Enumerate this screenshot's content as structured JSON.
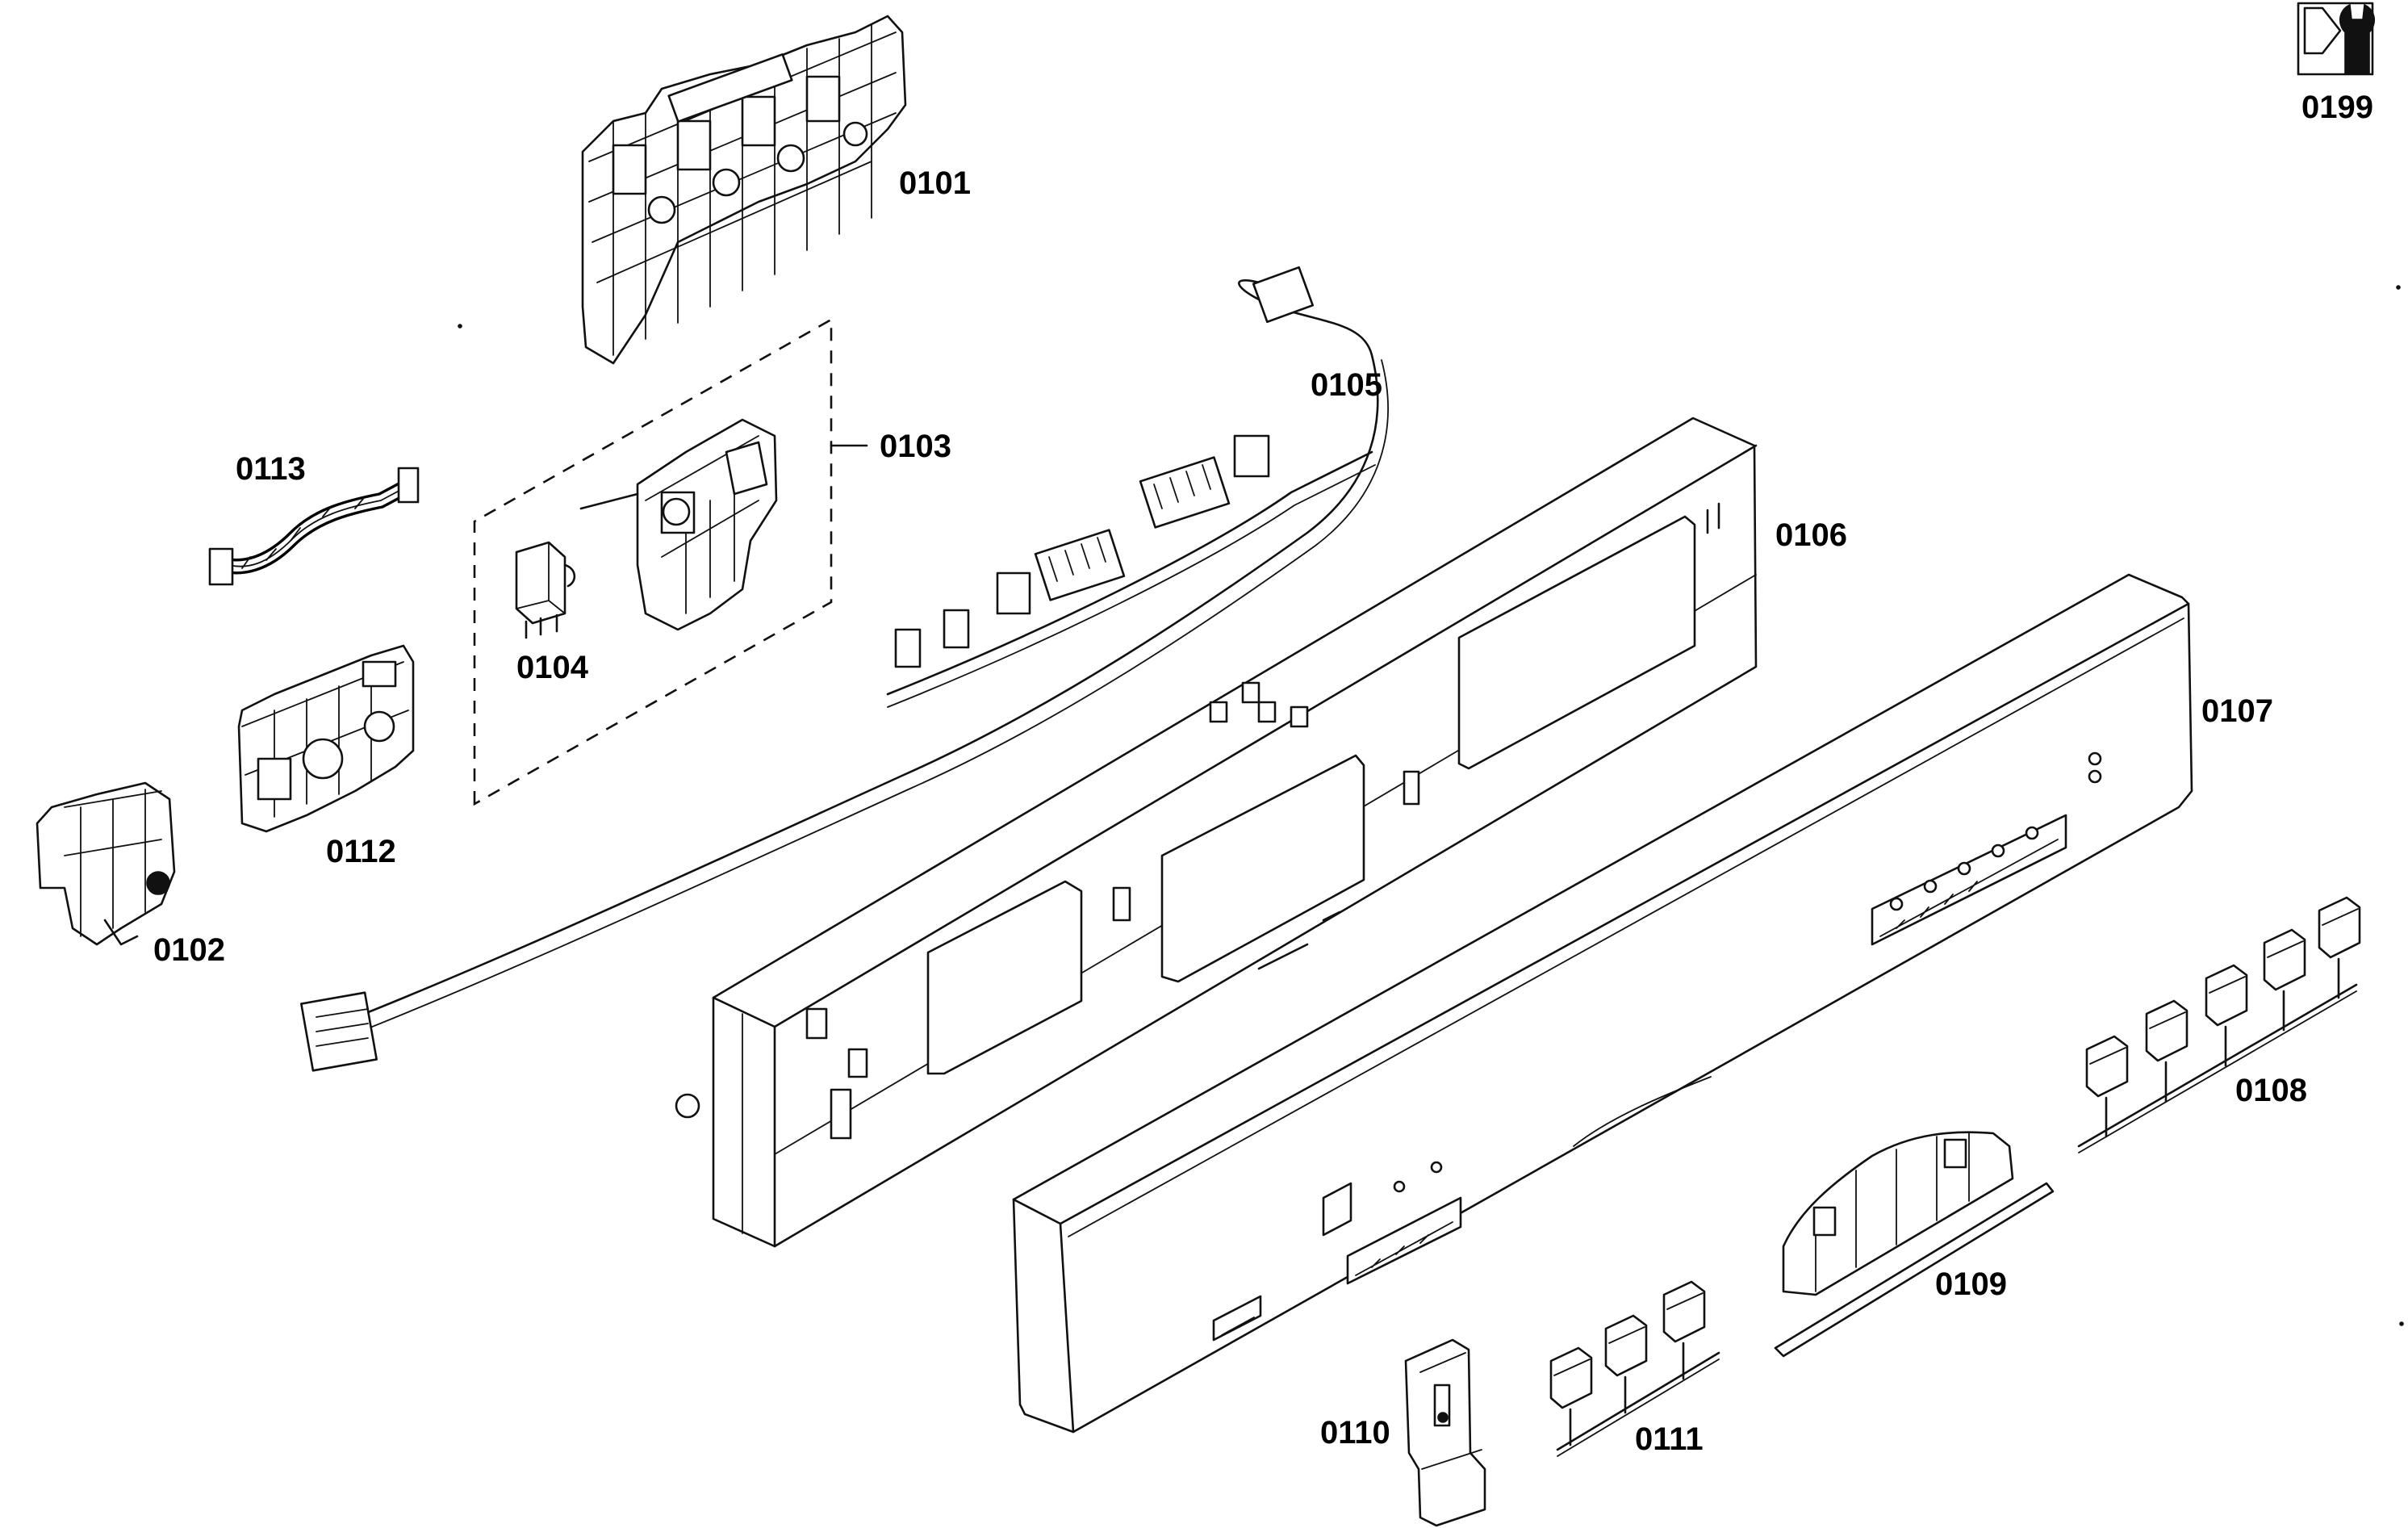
{
  "diagram": {
    "parts": [
      {
        "id": "p0101",
        "label": "0101"
      },
      {
        "id": "p0102",
        "label": "0102"
      },
      {
        "id": "p0103",
        "label": "0103"
      },
      {
        "id": "p0104",
        "label": "0104"
      },
      {
        "id": "p0105",
        "label": "0105"
      },
      {
        "id": "p0106",
        "label": "0106"
      },
      {
        "id": "p0107",
        "label": "0107"
      },
      {
        "id": "p0108",
        "label": "0108"
      },
      {
        "id": "p0109",
        "label": "0109"
      },
      {
        "id": "p0110",
        "label": "0110"
      },
      {
        "id": "p0111",
        "label": "0111"
      },
      {
        "id": "p0112",
        "label": "0112"
      },
      {
        "id": "p0113",
        "label": "0113"
      },
      {
        "id": "p0199",
        "label": "0199"
      }
    ],
    "icons": {
      "tool_icon": "wrench-icon"
    }
  }
}
